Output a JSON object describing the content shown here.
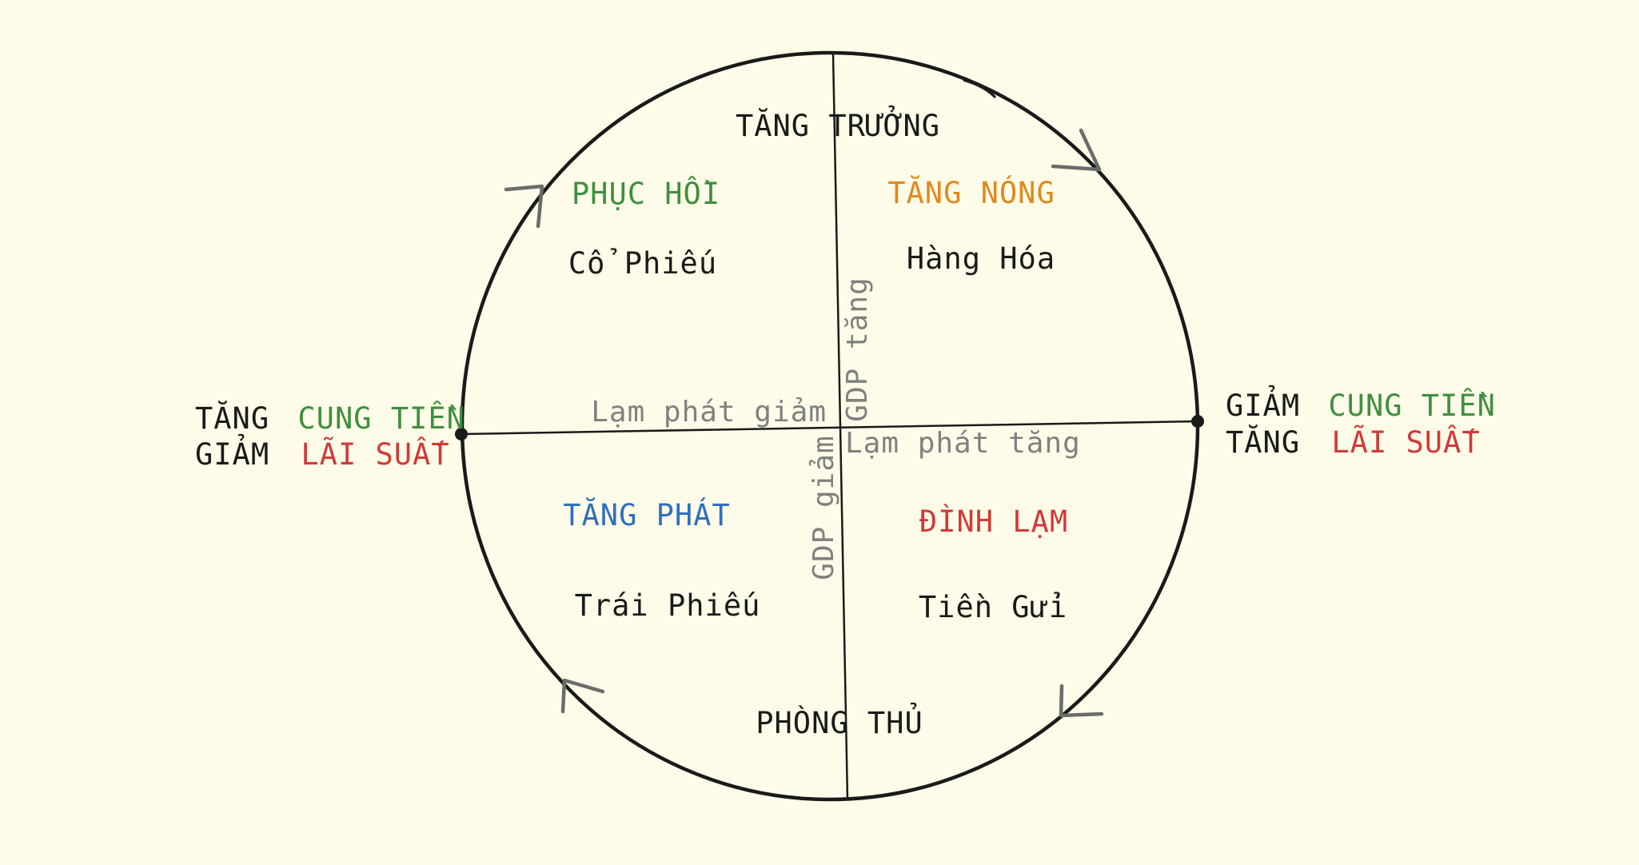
{
  "colors": {
    "background": "#fefce8",
    "ink": "#1a1a1a",
    "muted": "#808080",
    "arrow": "#6b6b6b",
    "green": "#3f8f3f",
    "orange": "#e08a1e",
    "blue": "#2f6fbf",
    "red": "#d03a3a"
  },
  "top_label": "TĂNG TRƯỞNG",
  "bottom_label": "PHÒNG THỦ",
  "quadrants": {
    "top_left": {
      "phase": "PHỤC HỒI",
      "asset": "Cổ Phiếu"
    },
    "top_right": {
      "phase": "TĂNG NÓNG",
      "asset": "Hàng Hóa"
    },
    "bottom_left": {
      "phase": "TĂNG PHÁT",
      "asset": "Trái Phiếu"
    },
    "bottom_right": {
      "phase": "ĐÌNH LẠM",
      "asset": "Tiền Gửi"
    }
  },
  "axes": {
    "inflation_down": "Lạm phát giảm",
    "inflation_up": "Lạm phát tăng",
    "gdp_up": "GDP tăng",
    "gdp_down": "GDP giảm"
  },
  "left_policy": {
    "line1_prefix": "TĂNG",
    "line1_term": "CUNG TIỀN",
    "line2_prefix": "GIẢM",
    "line2_term": "LÃI SUẤT"
  },
  "right_policy": {
    "line1_prefix": "GIẢM",
    "line1_term": "CUNG TIỀN",
    "line2_prefix": "TĂNG",
    "line2_term": "LÃI SUẤT"
  }
}
